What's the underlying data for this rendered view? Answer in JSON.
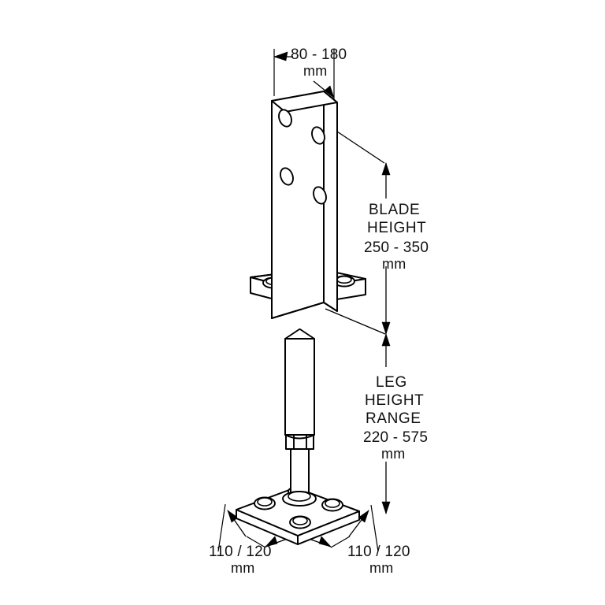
{
  "drawing": {
    "title": "Adjustable Post Support - Isometric Technical Drawing",
    "background_color": "#ffffff",
    "line_color": "#000000",
    "text_color": "#111111"
  },
  "dimensions": {
    "blade_width": {
      "id": "blade-width-dimension",
      "value": "80 - 180",
      "unit": "mm",
      "position": "top"
    },
    "blade_height": {
      "id": "blade-height-dimension",
      "label_line1": "BLADE",
      "label_line2": "HEIGHT",
      "value": "250 - 350",
      "unit": "mm",
      "position": "right-upper"
    },
    "leg_height": {
      "id": "leg-height-dimension",
      "label_line1": "LEG",
      "label_line2": "HEIGHT",
      "label_line3": "RANGE",
      "value": "220 - 575",
      "unit": "mm",
      "position": "right-lower"
    },
    "base_left": {
      "id": "base-plate-left-dimension",
      "value": "110 / 120",
      "unit": "mm",
      "position": "bottom-left"
    },
    "base_right": {
      "id": "base-plate-right-dimension",
      "value": "110 / 120",
      "unit": "mm",
      "position": "bottom-right"
    }
  },
  "components": {
    "blade": {
      "name": "vertical-blade-plate",
      "hole_count": 4
    },
    "mid_plate": {
      "name": "mid-mounting-plate",
      "hole_count": 4
    },
    "leg": {
      "name": "telescoping-leg",
      "has_hex_collar": true
    },
    "base_plate": {
      "name": "square-base-plate",
      "hole_count": 4
    }
  }
}
